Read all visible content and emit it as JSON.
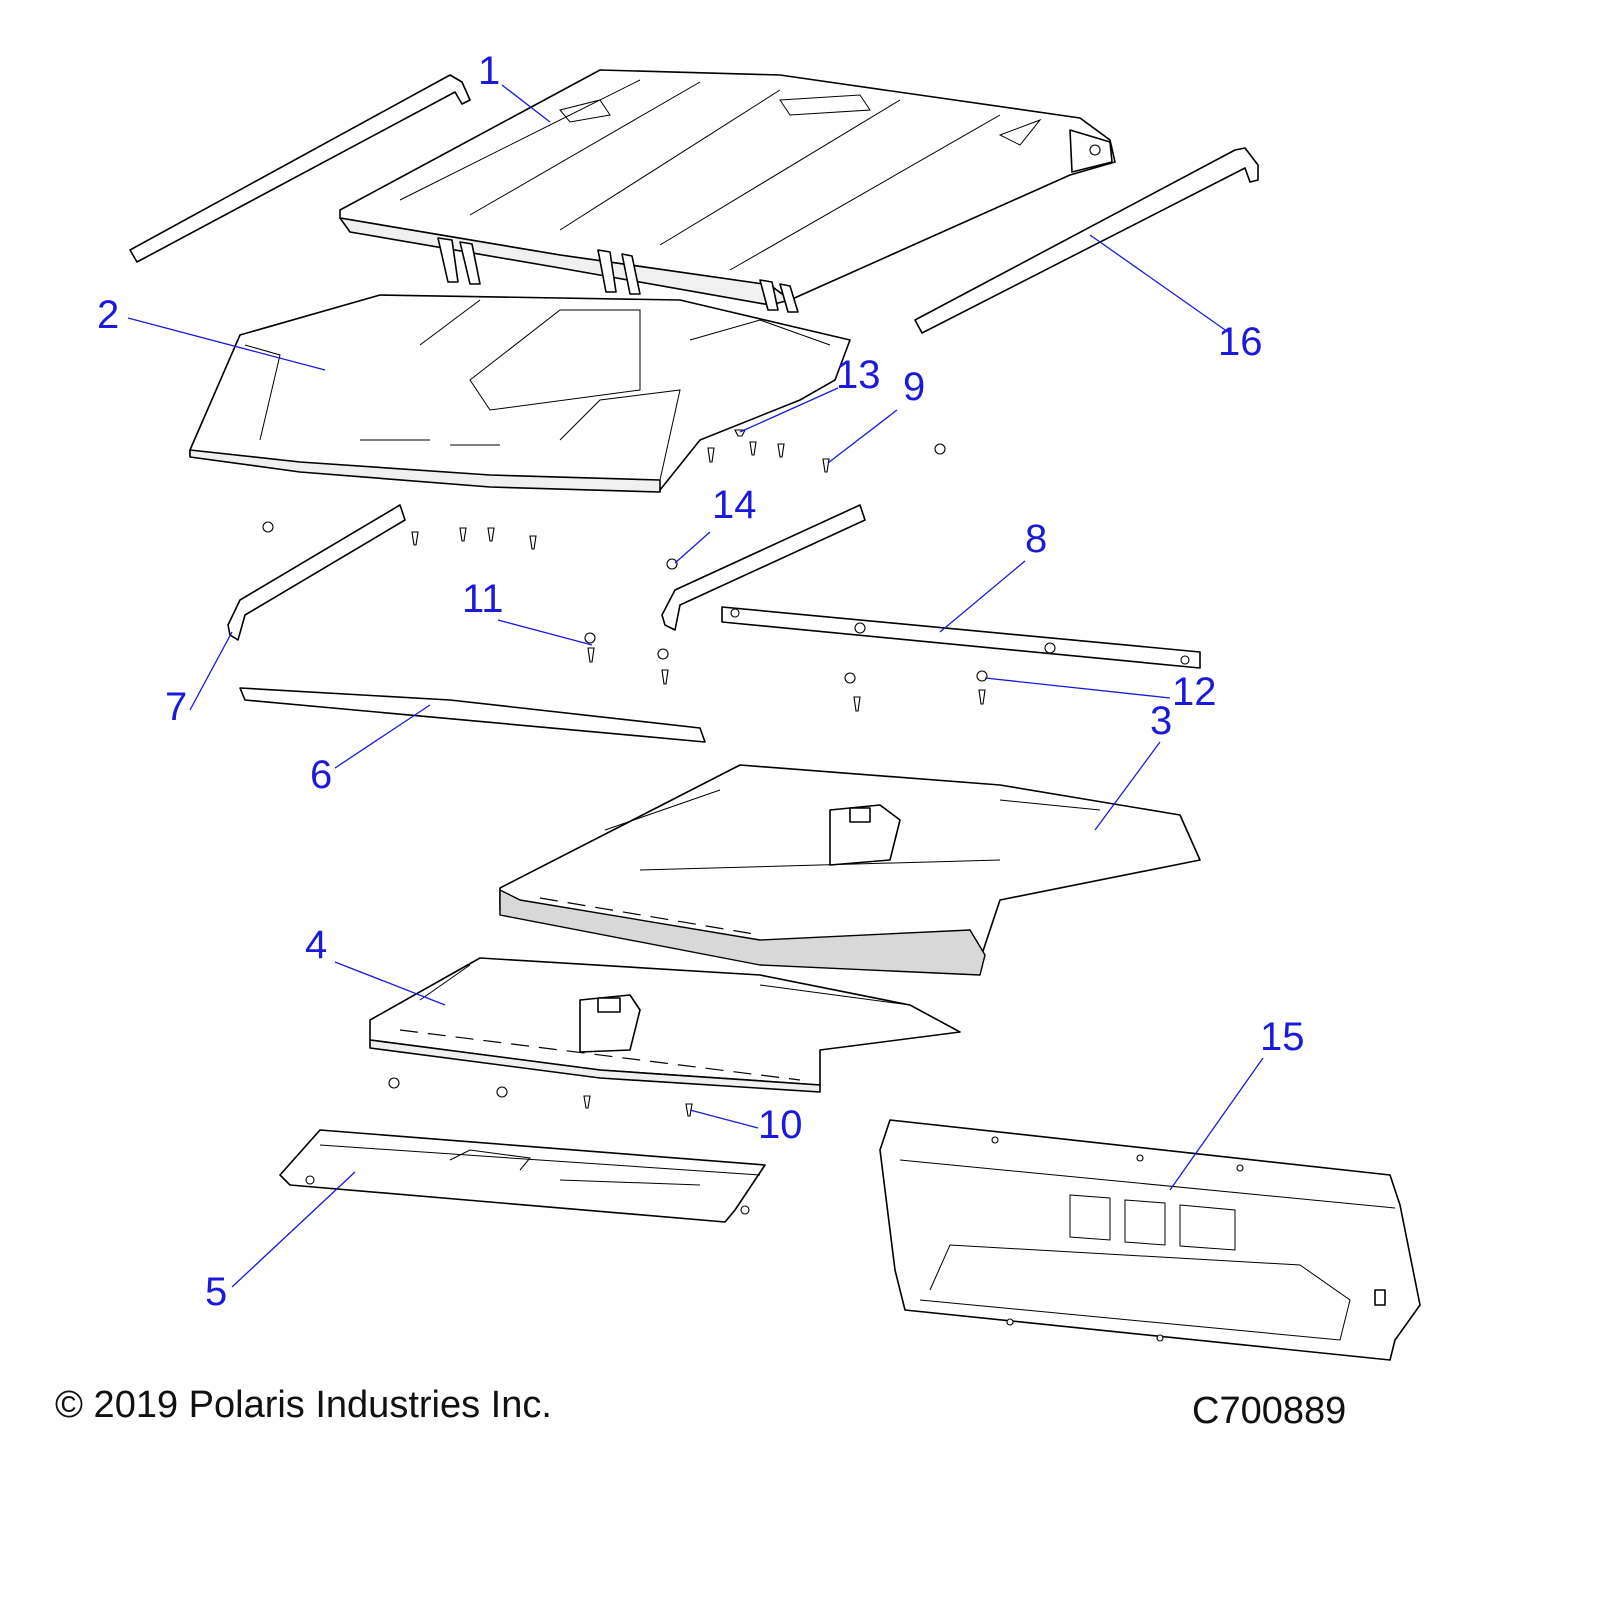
{
  "figure": {
    "copyright": "© 2019 Polaris Industries Inc.",
    "figure_code": "C700889"
  },
  "callouts": [
    {
      "id": "c1",
      "label": "1"
    },
    {
      "id": "c2",
      "label": "2"
    },
    {
      "id": "c3",
      "label": "3"
    },
    {
      "id": "c4",
      "label": "4"
    },
    {
      "id": "c5",
      "label": "5"
    },
    {
      "id": "c6",
      "label": "6"
    },
    {
      "id": "c7",
      "label": "7"
    },
    {
      "id": "c8",
      "label": "8"
    },
    {
      "id": "c9",
      "label": "9"
    },
    {
      "id": "c10",
      "label": "10"
    },
    {
      "id": "c11",
      "label": "11"
    },
    {
      "id": "c12",
      "label": "12"
    },
    {
      "id": "c13",
      "label": "13"
    },
    {
      "id": "c14",
      "label": "14"
    },
    {
      "id": "c15",
      "label": "15"
    },
    {
      "id": "c16",
      "label": "16"
    }
  ],
  "colors": {
    "callout": "#1a1adb",
    "line_art": "#000000",
    "background": "#ffffff"
  }
}
